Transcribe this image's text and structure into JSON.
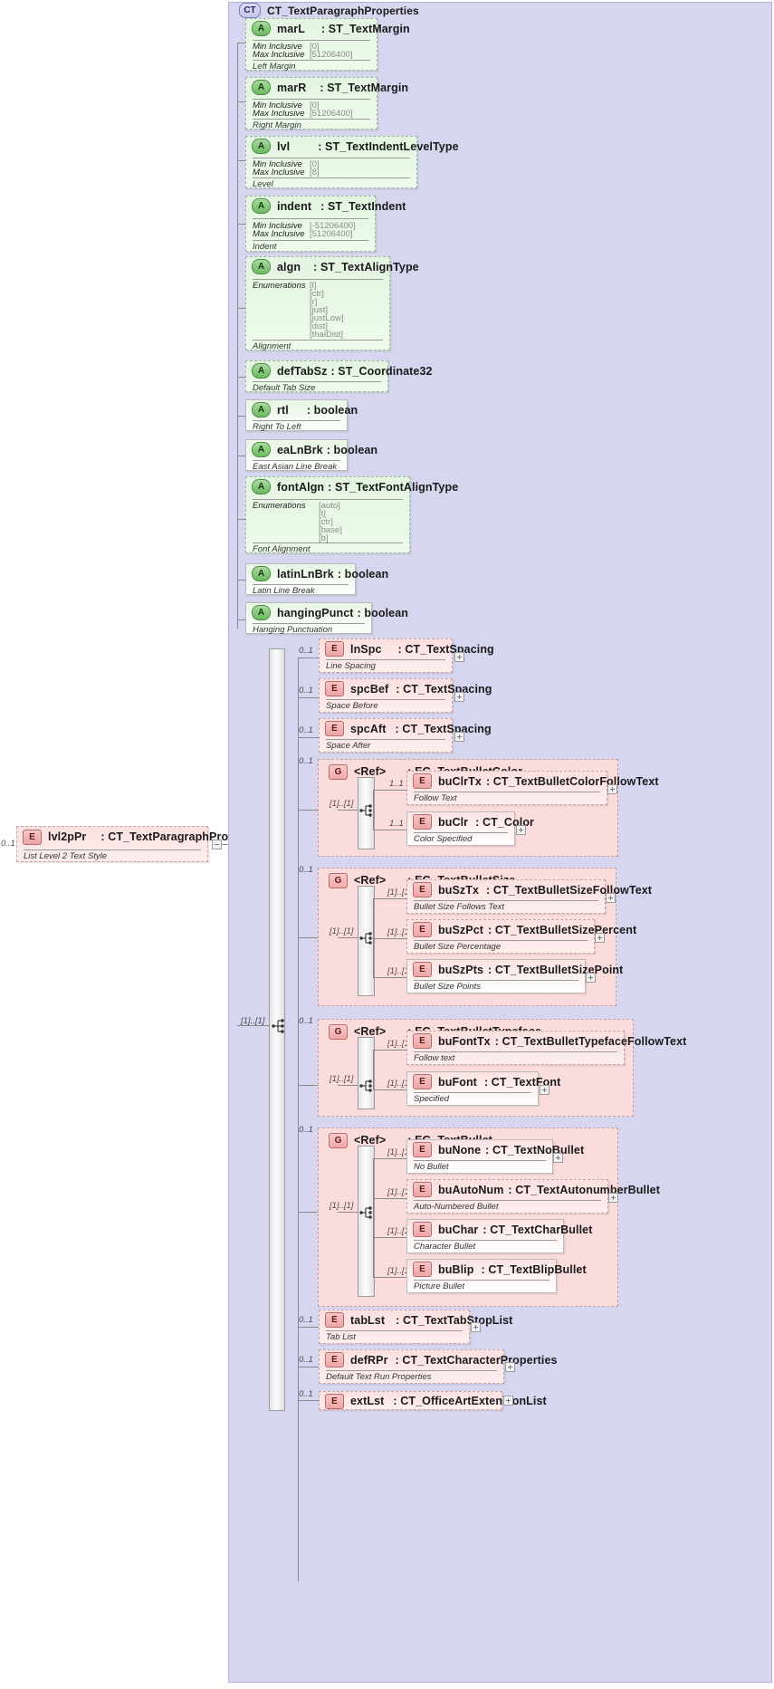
{
  "diagram": {
    "kind": "xsd-schema-diagram",
    "root_element": {
      "tag": "E",
      "name": "lvl2pPr",
      "separator": ":",
      "type": "CT_TextParagraphProperties",
      "documentation": "List Level 2 Text Style",
      "occurrence": "0..1"
    },
    "complex_type": {
      "tag": "CT",
      "title": "CT_TextParagraphProperties"
    },
    "attributes": [
      {
        "tag": "A",
        "name": "marL",
        "separator": ":",
        "type": "ST_TextMargin",
        "facets": [
          {
            "label": "Min Inclusive",
            "value": "[0]"
          },
          {
            "label": "Max Inclusive",
            "value": "[51206400]"
          }
        ],
        "documentation": "Left Margin"
      },
      {
        "tag": "A",
        "name": "marR",
        "separator": ":",
        "type": "ST_TextMargin",
        "facets": [
          {
            "label": "Min Inclusive",
            "value": "[0]"
          },
          {
            "label": "Max Inclusive",
            "value": "[51206400]"
          }
        ],
        "documentation": "Right Margin"
      },
      {
        "tag": "A",
        "name": "lvl",
        "separator": ":",
        "type": "ST_TextIndentLevelType",
        "facets": [
          {
            "label": "Min Inclusive",
            "value": "[0]"
          },
          {
            "label": "Max Inclusive",
            "value": "[8]"
          }
        ],
        "documentation": "Level"
      },
      {
        "tag": "A",
        "name": "indent",
        "separator": ":",
        "type": "ST_TextIndent",
        "facets": [
          {
            "label": "Min Inclusive",
            "value": "[-51206400]"
          },
          {
            "label": "Max Inclusive",
            "value": "[51206400]"
          }
        ],
        "documentation": "Indent"
      },
      {
        "tag": "A",
        "name": "algn",
        "separator": ":",
        "type": "ST_TextAlignType",
        "enum_label": "Enumerations",
        "enumerations": [
          "[l]",
          "[ctr]",
          "[r]",
          "[just]",
          "[justLow]",
          "[dist]",
          "[thaiDist]"
        ],
        "documentation": "Alignment"
      },
      {
        "tag": "A",
        "name": "defTabSz",
        "separator": ":",
        "type": "ST_Coordinate32",
        "documentation": "Default Tab Size"
      },
      {
        "tag": "A",
        "name": "rtl",
        "separator": ":",
        "type": "boolean",
        "documentation": "Right To Left"
      },
      {
        "tag": "A",
        "name": "eaLnBrk",
        "separator": ":",
        "type": "boolean",
        "documentation": "East Asian Line Break"
      },
      {
        "tag": "A",
        "name": "fontAlgn",
        "separator": ":",
        "type": "ST_TextFontAlignType",
        "enum_label": "Enumerations",
        "enumerations": [
          "[auto]",
          "[t]",
          "[ctr]",
          "[base]",
          "[b]"
        ],
        "documentation": "Font Alignment"
      },
      {
        "tag": "A",
        "name": "latinLnBrk",
        "separator": ":",
        "type": "boolean",
        "documentation": "Latin Line Break"
      },
      {
        "tag": "A",
        "name": "hangingPunct",
        "separator": ":",
        "type": "boolean",
        "documentation": "Hanging Punctuation"
      }
    ],
    "sequence": {
      "occurrence": "[1]..[1]",
      "children": [
        {
          "node": "element",
          "tag": "E",
          "name": "lnSpc",
          "separator": ":",
          "type": "CT_TextSpacing",
          "documentation": "Line Spacing",
          "occurrence": "0..1",
          "expandable": true
        },
        {
          "node": "element",
          "tag": "E",
          "name": "spcBef",
          "separator": ":",
          "type": "CT_TextSpacing",
          "documentation": "Space Before",
          "occurrence": "0..1",
          "expandable": true
        },
        {
          "node": "element",
          "tag": "E",
          "name": "spcAft",
          "separator": ":",
          "type": "CT_TextSpacing",
          "documentation": "Space After",
          "occurrence": "0..1",
          "expandable": true
        },
        {
          "node": "group",
          "tag": "G",
          "name": "<Ref>",
          "separator": ":",
          "type": "EG_TextBulletColor",
          "occurrence": "0..1",
          "choice_occurrence": "[1]..[1]",
          "options": [
            {
              "tag": "E",
              "name": "buClrTx",
              "separator": ":",
              "type": "CT_TextBulletColorFollowText",
              "documentation": "Follow Text",
              "occurrence": "1..1",
              "expandable": true
            },
            {
              "tag": "E",
              "name": "buClr",
              "separator": ":",
              "type": "CT_Color",
              "documentation": "Color Specified",
              "occurrence": "1..1",
              "expandable": true
            }
          ]
        },
        {
          "node": "group",
          "tag": "G",
          "name": "<Ref>",
          "separator": ":",
          "type": "EG_TextBulletSize",
          "occurrence": "0..1",
          "choice_occurrence": "[1]..[1]",
          "options": [
            {
              "tag": "E",
              "name": "buSzTx",
              "separator": ":",
              "type": "CT_TextBulletSizeFollowText",
              "documentation": "Bullet Size Follows Text",
              "occurrence": "[1]..[1]",
              "expandable": true
            },
            {
              "tag": "E",
              "name": "buSzPct",
              "separator": ":",
              "type": "CT_TextBulletSizePercent",
              "documentation": "Bullet Size Percentage",
              "occurrence": "[1]..[1]",
              "expandable": true
            },
            {
              "tag": "E",
              "name": "buSzPts",
              "separator": ":",
              "type": "CT_TextBulletSizePoint",
              "documentation": "Bullet Size Points",
              "occurrence": "[1]..[1]",
              "expandable": true
            }
          ]
        },
        {
          "node": "group",
          "tag": "G",
          "name": "<Ref>",
          "separator": ":",
          "type": "EG_TextBulletTypeface",
          "occurrence": "0..1",
          "choice_occurrence": "[1]..[1]",
          "options": [
            {
              "tag": "E",
              "name": "buFontTx",
              "separator": ":",
              "type": "CT_TextBulletTypefaceFollowText",
              "documentation": "Follow text",
              "occurrence": "[1]..[1]",
              "expandable": true
            },
            {
              "tag": "E",
              "name": "buFont",
              "separator": ":",
              "type": "CT_TextFont",
              "documentation": "Specified",
              "occurrence": "[1]..[1]",
              "expandable": true
            }
          ]
        },
        {
          "node": "group",
          "tag": "G",
          "name": "<Ref>",
          "separator": ":",
          "type": "EG_TextBullet",
          "occurrence": "0..1",
          "choice_occurrence": "[1]..[1]",
          "options": [
            {
              "tag": "E",
              "name": "buNone",
              "separator": ":",
              "type": "CT_TextNoBullet",
              "documentation": "No Bullet",
              "occurrence": "[1]..[1]",
              "expandable": true
            },
            {
              "tag": "E",
              "name": "buAutoNum",
              "separator": ":",
              "type": "CT_TextAutonumberBullet",
              "documentation": "Auto-Numbered Bullet",
              "occurrence": "[1]..[1]",
              "expandable": true
            },
            {
              "tag": "E",
              "name": "buChar",
              "separator": ":",
              "type": "CT_TextCharBullet",
              "documentation": "Character Bullet",
              "occurrence": "[1]..[1]",
              "expandable": true
            },
            {
              "tag": "E",
              "name": "buBlip",
              "separator": ":",
              "type": "CT_TextBlipBullet",
              "documentation": "Picture Bullet",
              "occurrence": "[1]..[1]",
              "expandable": true
            }
          ]
        },
        {
          "node": "element",
          "tag": "E",
          "name": "tabLst",
          "separator": ":",
          "type": "CT_TextTabStopList",
          "documentation": "Tab List",
          "occurrence": "0..1",
          "expandable": true
        },
        {
          "node": "element",
          "tag": "E",
          "name": "defRPr",
          "separator": ":",
          "type": "CT_TextCharacterProperties",
          "documentation": "Default Text Run Properties",
          "occurrence": "0..1",
          "expandable": true
        },
        {
          "node": "element",
          "tag": "E",
          "name": "extLst",
          "separator": ":",
          "type": "CT_OfficeArtExtensionList",
          "documentation": "",
          "occurrence": "0..1",
          "expandable": true
        }
      ]
    },
    "colors": {
      "attribute_fill": "#e9f7e6",
      "element_fill": "#fbe0e0",
      "complextype_fill": "#d6d6f0",
      "group_fill": "#fbdcdc",
      "line": "#8a8a8a"
    }
  }
}
